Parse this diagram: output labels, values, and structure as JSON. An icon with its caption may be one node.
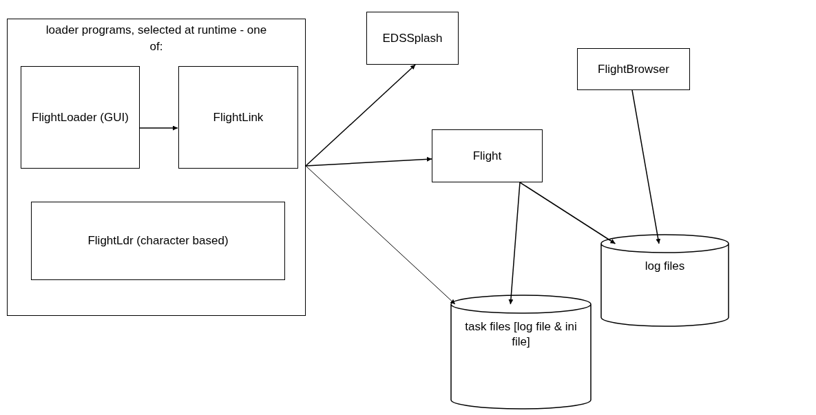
{
  "diagram": {
    "nodes": [
      {
        "text": [
          "loader programs, selected at runtime - one of:"
        ]
      },
      {
        "text": [
          "FlightLoader (GUI)"
        ],
        "in": 0
      },
      {
        "text": [
          "FlightLink"
        ],
        "in": 0
      },
      {
        "text": [
          "FlightLdr (character based)"
        ],
        "in": 0
      },
      {
        "text": [
          "EDSSplash"
        ]
      },
      {
        "text": [
          "Flight"
        ]
      },
      {
        "text": [
          "FlightBrowser"
        ]
      },
      {
        "text": [],
        "shape": "cylinder"
      },
      {
        "text": [],
        "shape": "cylinder"
      }
    ],
    "edges": [
      {
        "from": 1,
        "to": 2,
        "arrow": "to"
      },
      {
        "from": 0,
        "to": 4,
        "arrow": "to"
      },
      {
        "from": 0,
        "to": 5,
        "arrow": "to"
      },
      {
        "from": 0,
        "to": 8,
        "arrow": "to"
      },
      {
        "from": 5,
        "to": 7,
        "arrow": "to"
      },
      {
        "from": 5,
        "to": 8,
        "arrow": "to"
      },
      {
        "from": 6,
        "to": 7,
        "arrow": "to"
      }
    ],
    "labels": [
      "log files",
      "task files [log file & ini file]"
    ]
  }
}
